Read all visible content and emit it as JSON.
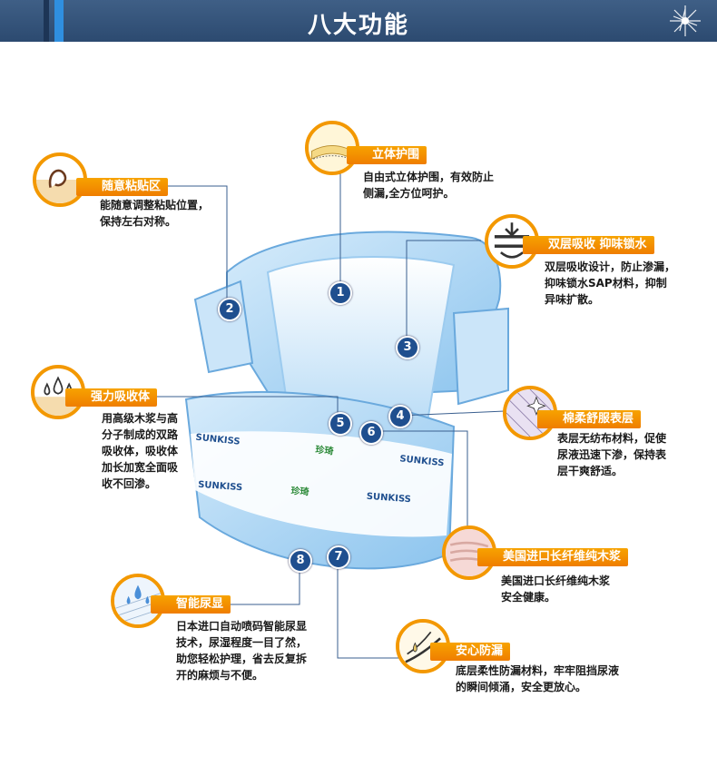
{
  "header": {
    "title": "八大功能"
  },
  "brand": {
    "name_en": "SUNKISS",
    "name_cn": "珍琦"
  },
  "colors": {
    "accent": "#ef7d00",
    "navy": "#2c4a70",
    "badge": "#1f4f8f"
  },
  "features": [
    {
      "label": "随意粘贴区",
      "desc": [
        "能随意调整粘贴位置，",
        "保持左右对称。"
      ],
      "icon": "tape-icon"
    },
    {
      "label": "立体护围",
      "desc": [
        "自由式立体护围，有效防止",
        "侧漏,全方位呵护。"
      ],
      "icon": "leak-guard-icon"
    },
    {
      "label": "双层吸收 抑味锁水",
      "desc": [
        "双层吸收设计，防止渗漏，",
        "抑味锁水SAP材料，抑制",
        "异味扩散。"
      ],
      "icon": "double-layer-icon"
    },
    {
      "label": "强力吸收体",
      "desc": [
        "用高级木浆与高",
        "分子制成的双路",
        "吸收体，吸收体",
        "加长加宽全面吸",
        "收不回渗。"
      ],
      "icon": "droplets-icon"
    },
    {
      "label": "棉柔舒服表层",
      "desc": [
        "表层无纺布材料，促使",
        "尿液迅速下渗，保持表",
        "层干爽舒适。"
      ],
      "icon": "sparkle-icon"
    },
    {
      "label": "美国进口长纤维纯木浆",
      "desc": [
        "美国进口长纤维纯木浆",
        "安全健康。"
      ],
      "icon": "pulp-icon"
    },
    {
      "label": "智能尿显",
      "desc": [
        "日本进口自动喷码智能尿显",
        "技术，尿湿程度一目了然，",
        "助您轻松护理，省去反复拆",
        "开的麻烦与不便。"
      ],
      "icon": "wetness-indicator-icon"
    },
    {
      "label": "安心防漏",
      "desc": [
        "底层柔性防漏材料，牢牢阻挡尿液",
        "的瞬间倾涌，安全更放心。"
      ],
      "icon": "anti-leak-icon"
    }
  ],
  "badges": [
    "1",
    "2",
    "3",
    "4",
    "5",
    "6",
    "7",
    "8"
  ]
}
